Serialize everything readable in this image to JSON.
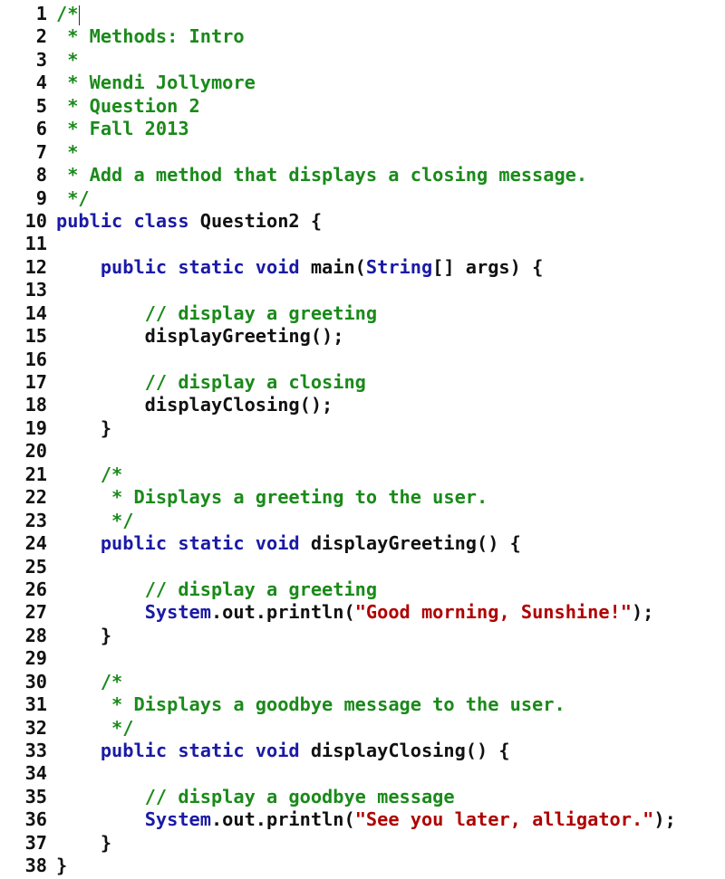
{
  "editor": {
    "language": "java",
    "colors": {
      "comment": "#1a8a1a",
      "keyword": "#1a1aa6",
      "string": "#b00000",
      "plain": "#111111",
      "line_number": "#111111",
      "background": "#ffffff"
    },
    "lines": [
      {
        "n": "1",
        "tokens": [
          {
            "t": "comment",
            "v": "/*"
          }
        ],
        "caret": true
      },
      {
        "n": "2",
        "tokens": [
          {
            "t": "comment",
            "v": " * Methods: Intro"
          }
        ]
      },
      {
        "n": "3",
        "tokens": [
          {
            "t": "comment",
            "v": " *"
          }
        ]
      },
      {
        "n": "4",
        "tokens": [
          {
            "t": "comment",
            "v": " * Wendi Jollymore"
          }
        ]
      },
      {
        "n": "5",
        "tokens": [
          {
            "t": "comment",
            "v": " * Question 2"
          }
        ]
      },
      {
        "n": "6",
        "tokens": [
          {
            "t": "comment",
            "v": " * Fall 2013"
          }
        ]
      },
      {
        "n": "7",
        "tokens": [
          {
            "t": "comment",
            "v": " *"
          }
        ]
      },
      {
        "n": "8",
        "tokens": [
          {
            "t": "comment",
            "v": " * Add a method that displays a closing message."
          }
        ]
      },
      {
        "n": "9",
        "tokens": [
          {
            "t": "comment",
            "v": " */"
          }
        ]
      },
      {
        "n": "10",
        "tokens": [
          {
            "t": "keyword",
            "v": "public class "
          },
          {
            "t": "plain",
            "v": "Question2 {"
          }
        ]
      },
      {
        "n": "11",
        "tokens": []
      },
      {
        "n": "12",
        "tokens": [
          {
            "t": "plain",
            "v": "    "
          },
          {
            "t": "keyword",
            "v": "public static void "
          },
          {
            "t": "plain",
            "v": "main("
          },
          {
            "t": "type",
            "v": "String"
          },
          {
            "t": "plain",
            "v": "[] args) {"
          }
        ]
      },
      {
        "n": "13",
        "tokens": []
      },
      {
        "n": "14",
        "tokens": [
          {
            "t": "plain",
            "v": "        "
          },
          {
            "t": "comment",
            "v": "// display a greeting"
          }
        ]
      },
      {
        "n": "15",
        "tokens": [
          {
            "t": "plain",
            "v": "        displayGreeting();"
          }
        ]
      },
      {
        "n": "16",
        "tokens": []
      },
      {
        "n": "17",
        "tokens": [
          {
            "t": "plain",
            "v": "        "
          },
          {
            "t": "comment",
            "v": "// display a closing"
          }
        ]
      },
      {
        "n": "18",
        "tokens": [
          {
            "t": "plain",
            "v": "        displayClosing();"
          }
        ]
      },
      {
        "n": "19",
        "tokens": [
          {
            "t": "plain",
            "v": "    }"
          }
        ]
      },
      {
        "n": "20",
        "tokens": []
      },
      {
        "n": "21",
        "tokens": [
          {
            "t": "plain",
            "v": "    "
          },
          {
            "t": "comment",
            "v": "/*"
          }
        ]
      },
      {
        "n": "22",
        "tokens": [
          {
            "t": "plain",
            "v": "    "
          },
          {
            "t": "comment",
            "v": " * Displays a greeting to the user."
          }
        ]
      },
      {
        "n": "23",
        "tokens": [
          {
            "t": "plain",
            "v": "    "
          },
          {
            "t": "comment",
            "v": " */"
          }
        ]
      },
      {
        "n": "24",
        "tokens": [
          {
            "t": "plain",
            "v": "    "
          },
          {
            "t": "keyword",
            "v": "public static void "
          },
          {
            "t": "plain",
            "v": "displayGreeting() {"
          }
        ]
      },
      {
        "n": "25",
        "tokens": []
      },
      {
        "n": "26",
        "tokens": [
          {
            "t": "plain",
            "v": "        "
          },
          {
            "t": "comment",
            "v": "// display a greeting"
          }
        ]
      },
      {
        "n": "27",
        "tokens": [
          {
            "t": "plain",
            "v": "        "
          },
          {
            "t": "type",
            "v": "System"
          },
          {
            "t": "plain",
            "v": ".out.println("
          },
          {
            "t": "string",
            "v": "\"Good morning, Sunshine!\""
          },
          {
            "t": "plain",
            "v": ");"
          }
        ]
      },
      {
        "n": "28",
        "tokens": [
          {
            "t": "plain",
            "v": "    }"
          }
        ]
      },
      {
        "n": "29",
        "tokens": []
      },
      {
        "n": "30",
        "tokens": [
          {
            "t": "plain",
            "v": "    "
          },
          {
            "t": "comment",
            "v": "/*"
          }
        ]
      },
      {
        "n": "31",
        "tokens": [
          {
            "t": "plain",
            "v": "    "
          },
          {
            "t": "comment",
            "v": " * Displays a goodbye message to the user."
          }
        ]
      },
      {
        "n": "32",
        "tokens": [
          {
            "t": "plain",
            "v": "    "
          },
          {
            "t": "comment",
            "v": " */"
          }
        ]
      },
      {
        "n": "33",
        "tokens": [
          {
            "t": "plain",
            "v": "    "
          },
          {
            "t": "keyword",
            "v": "public static void "
          },
          {
            "t": "plain",
            "v": "displayClosing() {"
          }
        ]
      },
      {
        "n": "34",
        "tokens": []
      },
      {
        "n": "35",
        "tokens": [
          {
            "t": "plain",
            "v": "        "
          },
          {
            "t": "comment",
            "v": "// display a goodbye message"
          }
        ]
      },
      {
        "n": "36",
        "tokens": [
          {
            "t": "plain",
            "v": "        "
          },
          {
            "t": "type",
            "v": "System"
          },
          {
            "t": "plain",
            "v": ".out.println("
          },
          {
            "t": "string",
            "v": "\"See you later, alligator.\""
          },
          {
            "t": "plain",
            "v": ");"
          }
        ]
      },
      {
        "n": "37",
        "tokens": [
          {
            "t": "plain",
            "v": "    }"
          }
        ]
      },
      {
        "n": "38",
        "tokens": [
          {
            "t": "plain",
            "v": "}"
          }
        ]
      }
    ]
  }
}
